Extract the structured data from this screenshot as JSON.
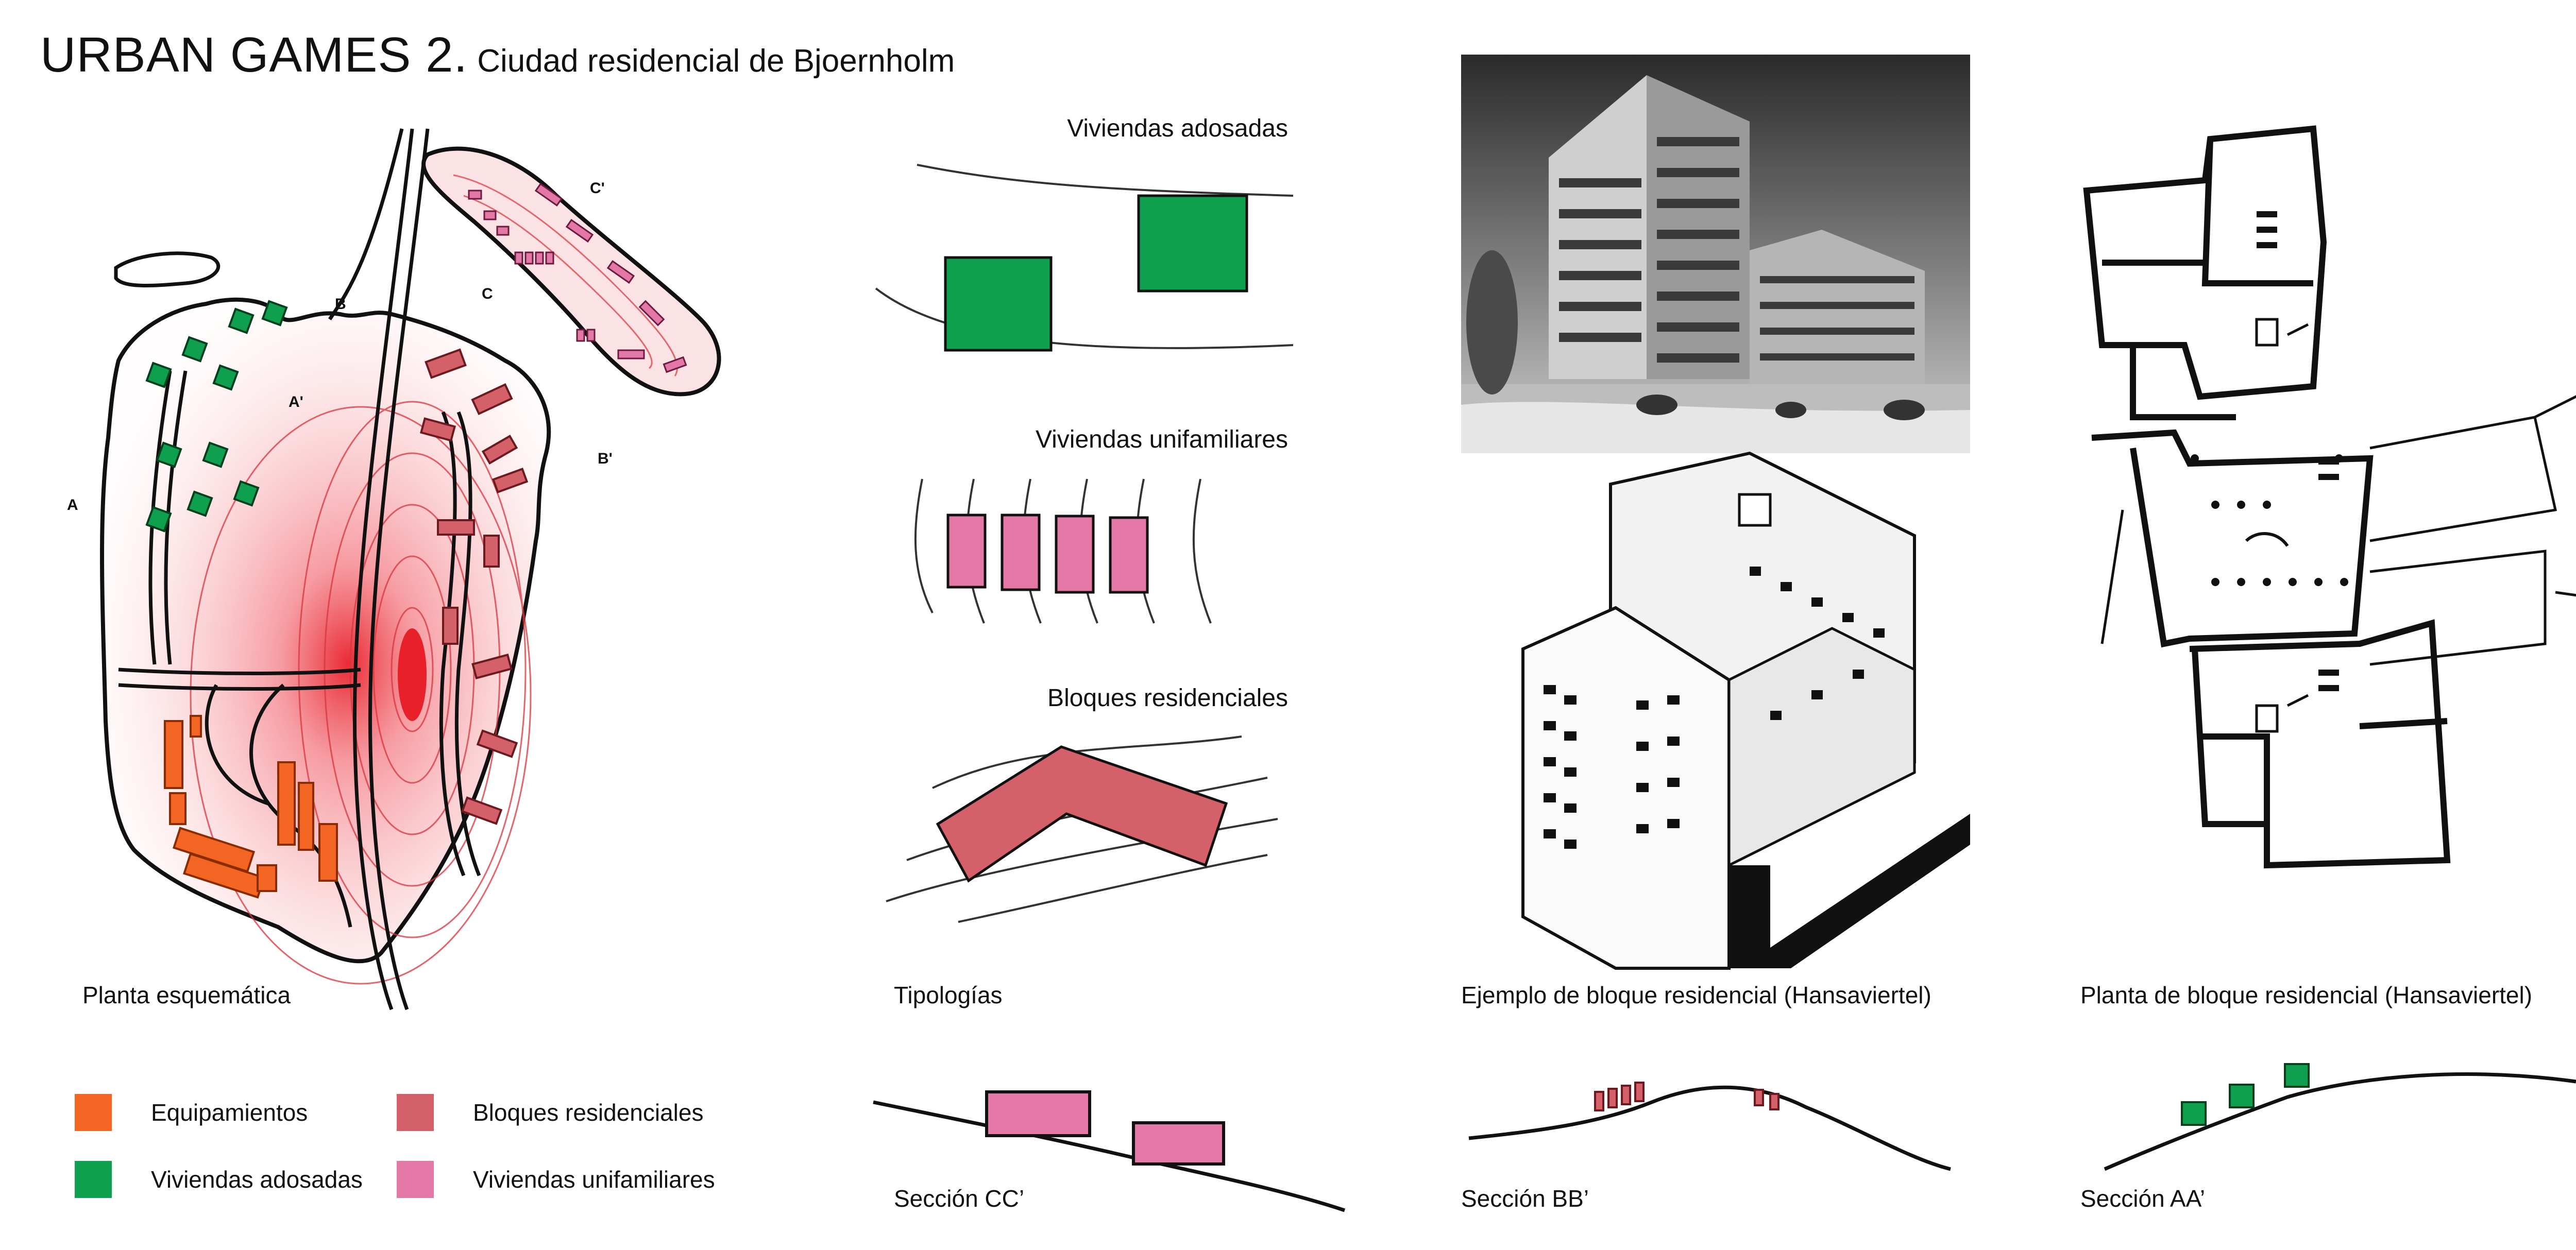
{
  "header": {
    "title_main": "URBAN GAMES 2.",
    "title_sub": "Ciudad residencial de Bjoernholm"
  },
  "panels": {
    "plan": {
      "caption": "Planta esquemática",
      "section_marks": [
        "A",
        "A'",
        "B",
        "B'",
        "C",
        "C'"
      ]
    },
    "typologies": {
      "caption": "Tipologías",
      "labels": [
        "Viviendas adosadas",
        "Viviendas unifamiliares",
        "Bloques residenciales"
      ]
    },
    "photo": {
      "caption": "Ejemplo de bloque residencial (Hansaviertel)"
    },
    "floorplan": {
      "caption": "Planta de bloque residencial (Hansaviertel)"
    }
  },
  "legend": {
    "items": [
      {
        "label": "Equipamientos",
        "color": "#f26522"
      },
      {
        "label": "Bloques residenciales",
        "color": "#d4606a"
      },
      {
        "label": "Viviendas adosadas",
        "color": "#0fa04f"
      },
      {
        "label": "Viviendas unifamiliares",
        "color": "#e377a6"
      }
    ]
  },
  "sections": [
    {
      "caption": "Sección CC’"
    },
    {
      "caption": "Sección BB’"
    },
    {
      "caption": "Sección AA’"
    }
  ],
  "colors": {
    "equipamientos": "#f26522",
    "bloques": "#d4606a",
    "adosadas": "#0fa04f",
    "unifamiliares": "#e377a6",
    "topo_red": "#e8202a"
  }
}
